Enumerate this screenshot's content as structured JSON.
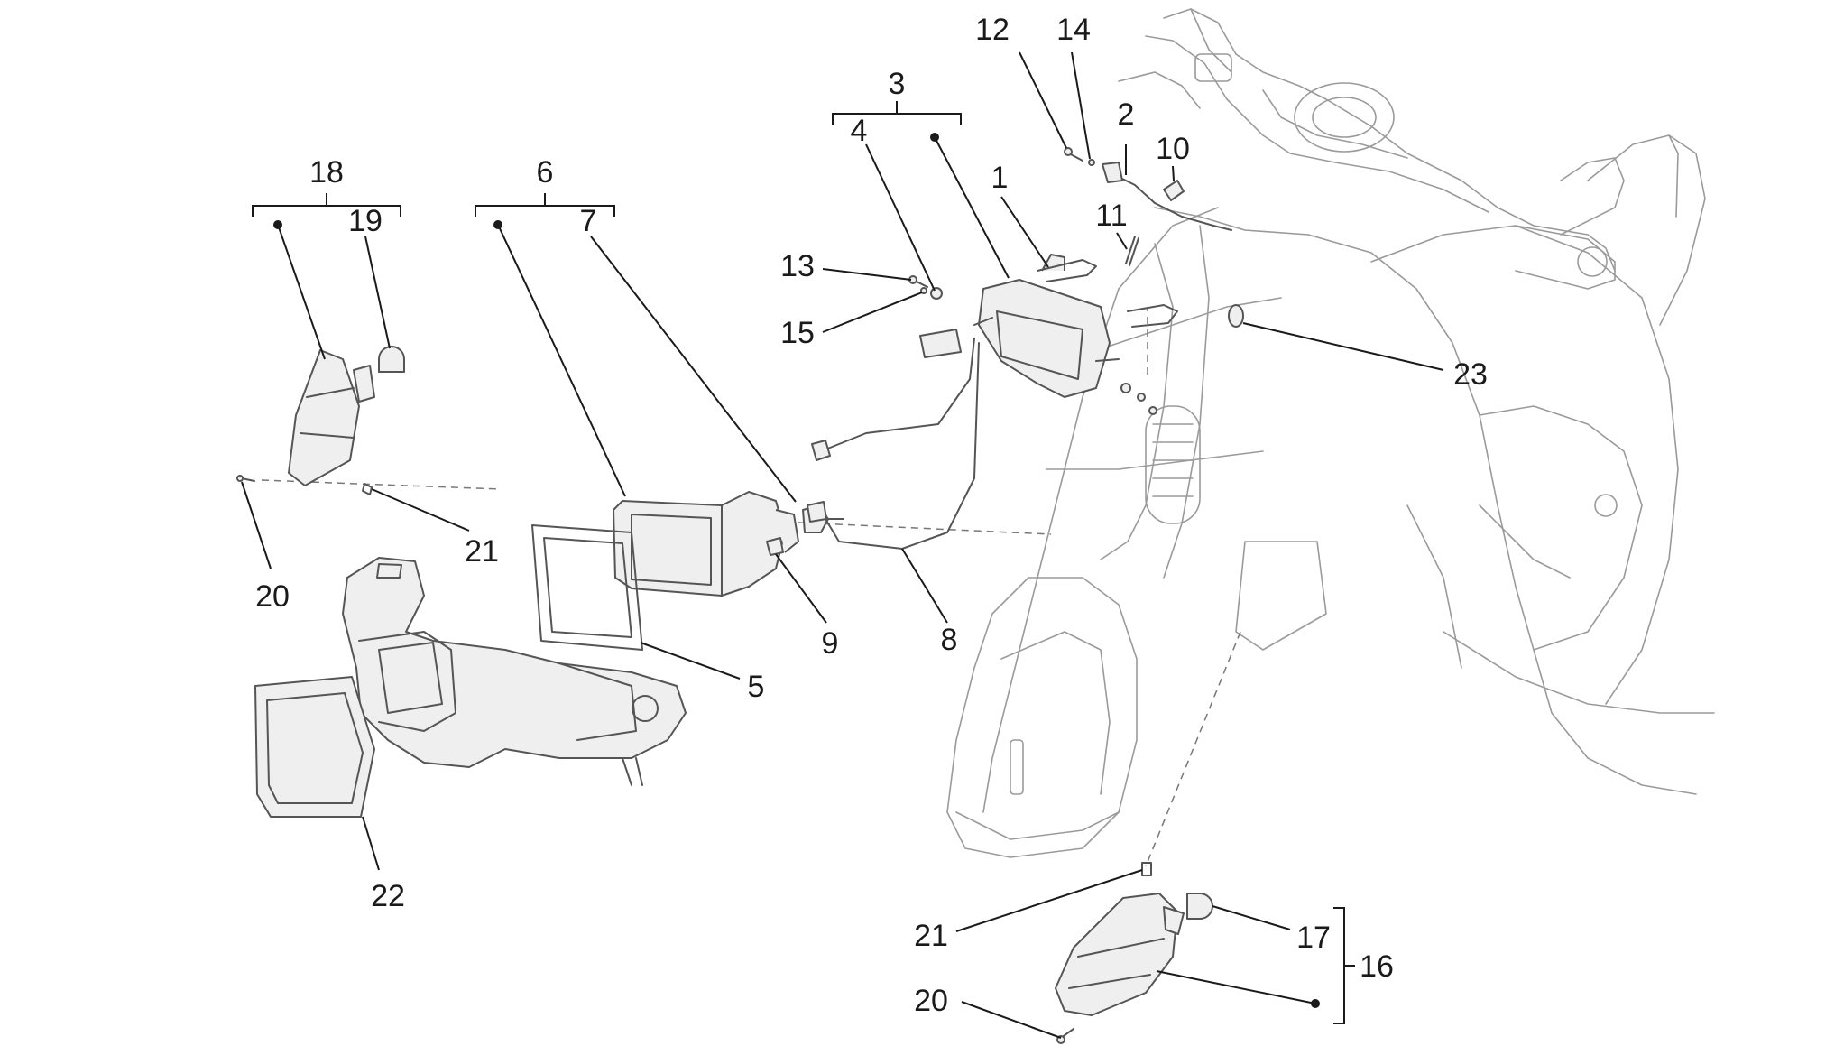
{
  "callouts": {
    "c1": "1",
    "c2": "2",
    "c3": "3",
    "c4": "4",
    "c5": "5",
    "c6": "6",
    "c7": "7",
    "c8": "8",
    "c9": "9",
    "c10": "10",
    "c11": "11",
    "c12": "12",
    "c13": "13",
    "c14": "14",
    "c15": "15",
    "c16": "16",
    "c17": "17",
    "c18": "18",
    "c19": "19",
    "c20a": "20",
    "c20b": "20",
    "c21a": "21",
    "c21b": "21",
    "c22": "22",
    "c23": "23"
  },
  "colors": {
    "line": "#1a1a1a",
    "part": "#555555",
    "ghost": "#9a9a9a"
  }
}
